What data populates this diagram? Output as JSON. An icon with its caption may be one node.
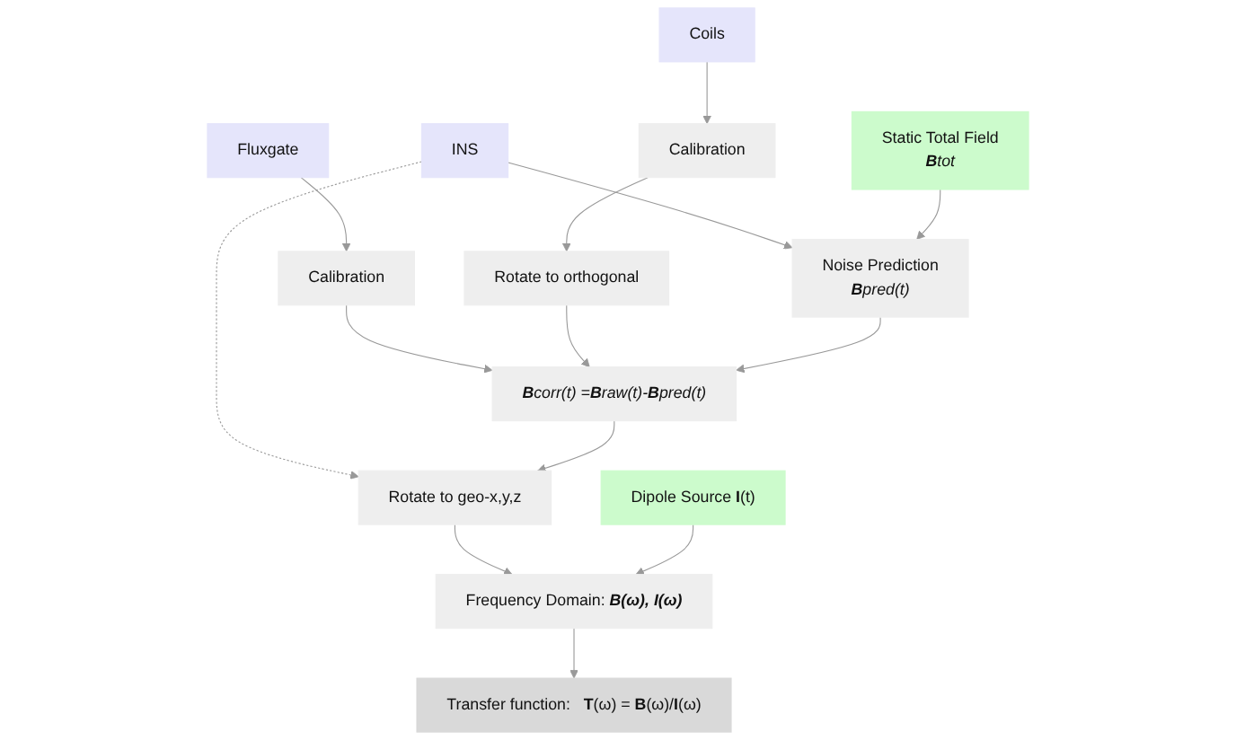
{
  "diagram": {
    "nodes": [
      {
        "text": [
          "Fluxgate"
        ]
      },
      {
        "text": [
          "Coils"
        ]
      },
      {
        "text": [
          "INS"
        ]
      },
      {
        "text": [
          "Calibration"
        ]
      },
      {
        "text": [
          "Calibration"
        ]
      },
      {
        "text": [
          "Rotate to orthogonal"
        ]
      },
      {
        "text": [
          "Noise Prediction",
          "**B**pred(t)"
        ]
      },
      {
        "text": [
          "Static Total Field",
          "**B**tot"
        ]
      },
      {
        "text": [
          "**B**corr(t) =**B**raw(t)-**B**pred(t)"
        ]
      },
      {
        "text": [
          "Rotate to geo-x,y,z"
        ]
      },
      {
        "text": [
          "Frequency Domain: **B(ω), I(ω)**"
        ]
      },
      {
        "text": [
          "Dipole Source **I**(t)"
        ]
      },
      {
        "text": [
          "Transfer function:   **T**(ω) = **B**(ω)/**I**(ω)"
        ]
      }
    ],
    "edges": [
      {
        "from": 0,
        "to": 3,
        "arrow": "to"
      },
      {
        "from": 1,
        "to": 4,
        "arrow": "to"
      },
      {
        "from": 4,
        "to": 5,
        "arrow": "to"
      },
      {
        "from": 2,
        "to": 6,
        "arrow": "to"
      },
      {
        "from": 7,
        "to": 6,
        "arrow": "to"
      },
      {
        "from": 3,
        "to": 8,
        "arrow": "to"
      },
      {
        "from": 5,
        "to": 8,
        "arrow": "to"
      },
      {
        "from": 6,
        "to": 8,
        "arrow": "to"
      },
      {
        "from": 2,
        "to": 9,
        "arrow": "to",
        "style": "dashed"
      },
      {
        "from": 8,
        "to": 9,
        "arrow": "to"
      },
      {
        "from": 9,
        "to": 10,
        "arrow": "to"
      },
      {
        "from": 11,
        "to": 10,
        "arrow": "to"
      },
      {
        "from": 10,
        "to": 12,
        "arrow": "to"
      }
    ]
  }
}
